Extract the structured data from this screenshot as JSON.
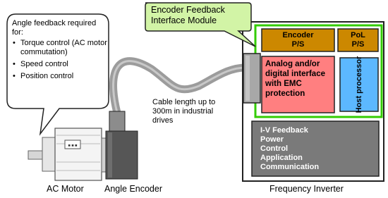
{
  "speech_bubble": {
    "heading": "Angle feedback required for:",
    "items": [
      "Torque control (AC motor commutation)",
      "Speed control",
      "Position control"
    ]
  },
  "callout": {
    "text": "Encoder Feedback Interface Module"
  },
  "cable_note": "Cable length up to 300m in industrial drives",
  "labels": {
    "motor": "AC Motor",
    "encoder": "Angle Encoder",
    "inverter": "Frequency Inverter"
  },
  "blocks": {
    "encoder_ps": {
      "line1": "Encoder",
      "line2": "P/S"
    },
    "pol_ps": {
      "line1": "PoL",
      "line2": "P/S"
    },
    "analog_interface": "Analog and/or digital interface with EMC protection",
    "host_processor": "Host processor",
    "inverter_functions": [
      "I-V Feedback",
      "Power",
      "Control",
      "Application",
      "Communication"
    ]
  },
  "motor_plate": "■ ■ ■",
  "colors": {
    "module_border": "#33cc00",
    "callout_fill": "#d2f4a6",
    "ps_fill": "#cc8800",
    "analog_fill": "#ff7f80",
    "host_fill": "#5cb8ff",
    "inverter_fill": "#7a7a7a",
    "cable": "#9c9c9c"
  }
}
